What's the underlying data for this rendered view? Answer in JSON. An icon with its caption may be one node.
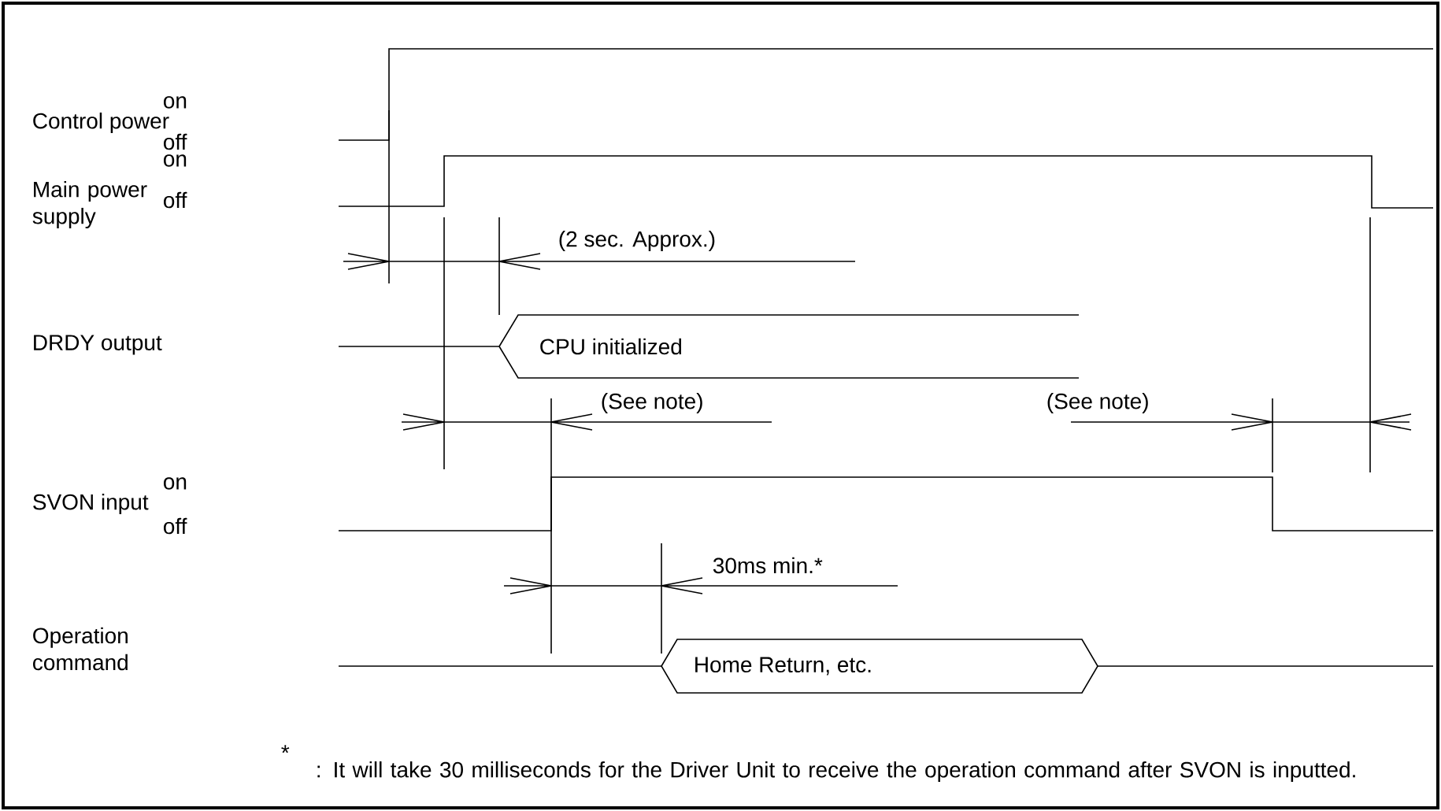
{
  "diagram": {
    "nodes": [
      {
        "text": [
          "CPU initialized"
        ]
      },
      {
        "text": [
          "Home Return, etc."
        ]
      }
    ],
    "labels": [
      "Control power",
      "on",
      "off",
      "Main power supply",
      "on",
      "off",
      "(2 sec. Approx.)",
      "DRDY output",
      "(See note)",
      "(See note)",
      "SVON input",
      "on",
      "off",
      "30ms min.*",
      "Operation command",
      "*",
      ": It will take 30 milliseconds for the Driver Unit to receive the operation command after SVON is inputted."
    ]
  }
}
